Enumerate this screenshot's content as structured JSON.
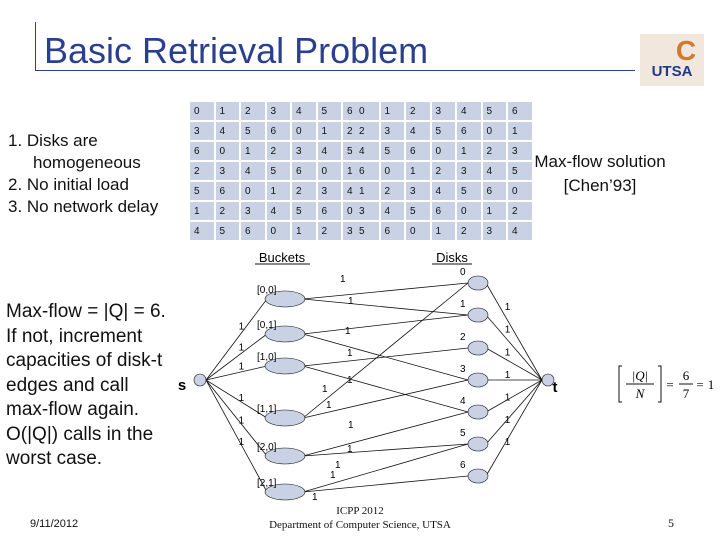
{
  "title": "Basic Retrieval Problem",
  "bullets": [
    "1.  Disks are",
    "homogeneous",
    "2.  No initial load",
    "3.  No network delay"
  ],
  "max_flow_solution": [
    "Max-flow solution",
    "[Chen’93]"
  ],
  "paragraph": [
    "Max-flow = |Q| = 6.",
    "If not, increment",
    "capacities of disk-t",
    "edges and call",
    "max-flow again.",
    "O(|Q|) calls in the",
    "worst case."
  ],
  "grid_left": [
    [
      0,
      1,
      2,
      3,
      4,
      5,
      6
    ],
    [
      3,
      4,
      5,
      6,
      0,
      1,
      2
    ],
    [
      6,
      0,
      1,
      2,
      3,
      4,
      5
    ],
    [
      2,
      3,
      4,
      5,
      6,
      0,
      1
    ],
    [
      5,
      6,
      0,
      1,
      2,
      3,
      4
    ],
    [
      1,
      2,
      3,
      4,
      5,
      6,
      0
    ],
    [
      4,
      5,
      6,
      0,
      1,
      2,
      3
    ]
  ],
  "grid_right": [
    [
      0,
      1,
      2,
      3,
      4,
      5,
      6
    ],
    [
      2,
      3,
      4,
      5,
      6,
      0,
      1
    ],
    [
      4,
      5,
      6,
      0,
      1,
      2,
      3
    ],
    [
      6,
      0,
      1,
      2,
      3,
      4,
      5
    ],
    [
      1,
      2,
      3,
      4,
      5,
      6,
      0
    ],
    [
      3,
      4,
      5,
      6,
      0,
      1,
      2
    ],
    [
      5,
      6,
      0,
      1,
      2,
      3,
      4
    ]
  ],
  "graph": {
    "buckets_label": "Buckets",
    "disks_label": "Disks",
    "source_label": "s",
    "sink_label": "t",
    "bucket_nodes": [
      "[0,0]",
      "[0,1]",
      "[1,0]",
      "[1,1]",
      "[2,0]",
      "[2,1]"
    ],
    "disk_nodes": [
      "0",
      "1",
      "2",
      "3",
      "4",
      "5",
      "6"
    ],
    "edge_capacity": "1"
  },
  "formula": {
    "lhs_num": "|Q|",
    "lhs_den": "N",
    "rhs_num": "6",
    "rhs_den": "7",
    "result": "1"
  },
  "footer": {
    "date": "9/11/2012",
    "conf": "ICPP 2012",
    "dept": "Department of Computer Science, UTSA",
    "page": "5"
  },
  "logo": {
    "letter": "C",
    "text": "UTSA"
  },
  "colors": {
    "title": "#2a3f8f",
    "cell": "#c9d2e5",
    "node": "#c9d2e5"
  }
}
